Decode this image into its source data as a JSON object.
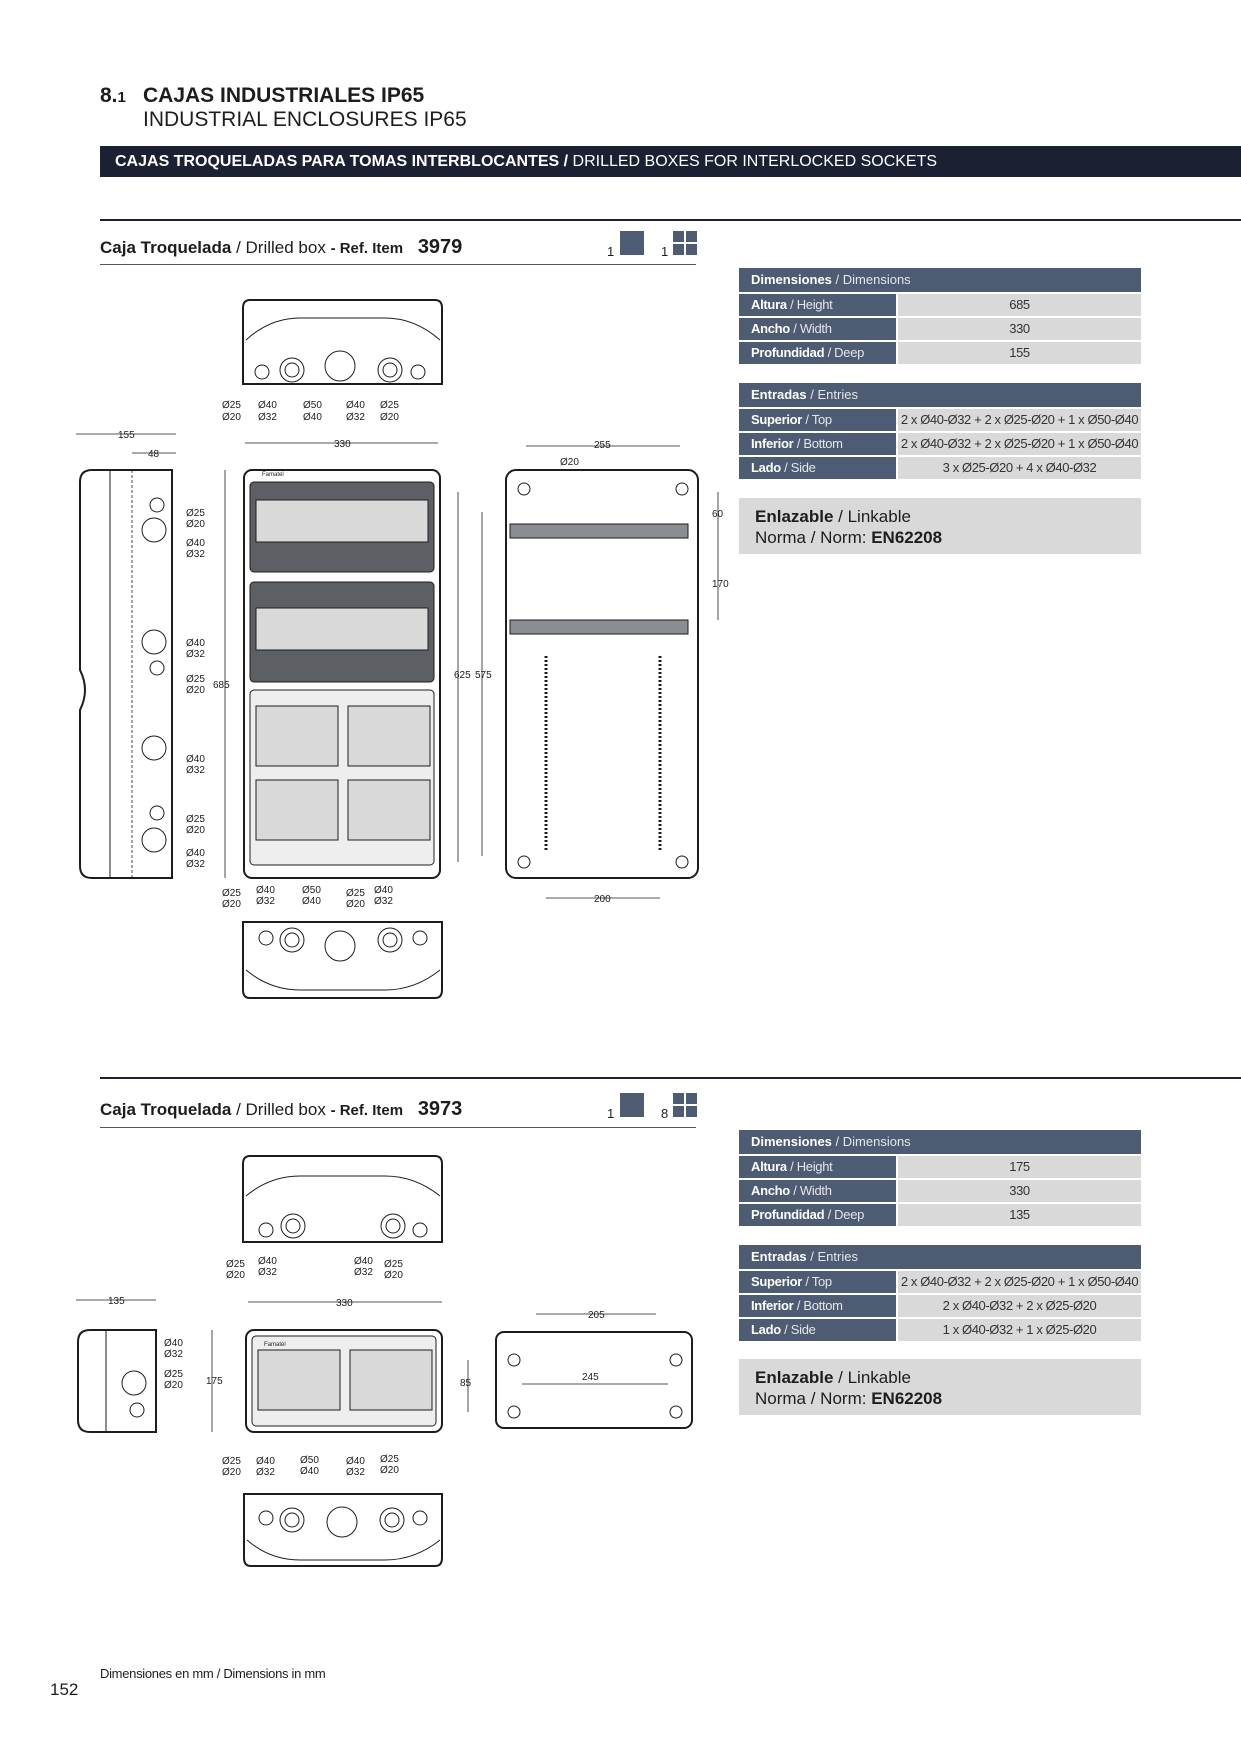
{
  "header": {
    "section_number": "8.",
    "section_sub": "1",
    "title_es": "CAJAS INDUSTRIALES IP65",
    "title_en": "INDUSTRIAL ENCLOSURES IP65",
    "banner_es": "CAJAS TROQUELADAS PARA TOMAS INTERBLOCANTES /",
    "banner_en": "DRILLED BOXES FOR INTERLOCKED SOCKETS"
  },
  "products": [
    {
      "title_es": "Caja Troquelada",
      "title_en": "/ Drilled box",
      "ref_label": "- Ref. Item",
      "ref_number": "3979",
      "pack_single": "1",
      "pack_multi": "1",
      "dimensions_header_es": "Dimensiones",
      "dimensions_header_en": "/ Dimensions",
      "dimensions": [
        {
          "label_es": "Altura",
          "label_en": "/ Height",
          "value": "685"
        },
        {
          "label_es": "Ancho",
          "label_en": "/ Width",
          "value": "330"
        },
        {
          "label_es": "Profundidad",
          "label_en": "/ Deep",
          "value": "155"
        }
      ],
      "entries_header_es": "Entradas",
      "entries_header_en": "/ Entries",
      "entries": [
        {
          "label_es": "Superior",
          "label_en": "/ Top",
          "value": "2 x Ø40-Ø32 + 2 x Ø25-Ø20 + 1 x Ø50-Ø40"
        },
        {
          "label_es": "Inferior",
          "label_en": "/ Bottom",
          "value": "2 x Ø40-Ø32 + 2 x Ø25-Ø20 + 1 x Ø50-Ø40"
        },
        {
          "label_es": "Lado",
          "label_en": "/ Side",
          "value": "3 x Ø25-Ø20 + 4 x Ø40-Ø32"
        }
      ],
      "linkable_es": "Enlazable",
      "linkable_en": "/ Linkable",
      "norm_label": "Norma / Norm:",
      "norm_value": "EN62208",
      "drawing": {
        "top_labels": [
          "Ø25",
          "Ø20",
          "Ø40",
          "Ø32",
          "Ø50",
          "Ø40",
          "Ø40",
          "Ø32",
          "Ø25",
          "Ø20"
        ],
        "dim_depth": "155",
        "dim_48": "48",
        "dim_width": "330",
        "dim_height": "685",
        "dim_back_width": "255",
        "dim_hole": "Ø20",
        "dim_60": "60",
        "dim_170": "170",
        "dim_625": "625",
        "dim_575": "575",
        "dim_200": "200",
        "side_labels": [
          "Ø25",
          "Ø20",
          "Ø40",
          "Ø32",
          "Ø40",
          "Ø32",
          "Ø25",
          "Ø20",
          "Ø40",
          "Ø32",
          "Ø25",
          "Ø20",
          "Ø40",
          "Ø32"
        ],
        "bottom_labels": [
          "Ø25",
          "Ø20",
          "Ø40",
          "Ø32",
          "Ø50",
          "Ø40",
          "Ø25",
          "Ø20",
          "Ø40",
          "Ø32"
        ],
        "brand": "Famatel"
      }
    },
    {
      "title_es": "Caja Troquelada",
      "title_en": "/ Drilled box",
      "ref_label": "- Ref. Item",
      "ref_number": "3973",
      "pack_single": "1",
      "pack_multi": "8",
      "dimensions_header_es": "Dimensiones",
      "dimensions_header_en": "/ Dimensions",
      "dimensions": [
        {
          "label_es": "Altura",
          "label_en": "/ Height",
          "value": "175"
        },
        {
          "label_es": "Ancho",
          "label_en": "/ Width",
          "value": "330"
        },
        {
          "label_es": "Profundidad",
          "label_en": "/ Deep",
          "value": "135"
        }
      ],
      "entries_header_es": "Entradas",
      "entries_header_en": "/ Entries",
      "entries": [
        {
          "label_es": "Superior",
          "label_en": "/ Top",
          "value": "2 x Ø40-Ø32 + 2 x Ø25-Ø20 + 1 x Ø50-Ø40"
        },
        {
          "label_es": "Inferior",
          "label_en": "/ Bottom",
          "value": "2 x Ø40-Ø32 + 2 x Ø25-Ø20"
        },
        {
          "label_es": "Lado",
          "label_en": "/ Side",
          "value": "1 x Ø40-Ø32 + 1 x Ø25-Ø20"
        }
      ],
      "linkable_es": "Enlazable",
      "linkable_en": "/ Linkable",
      "norm_label": "Norma / Norm:",
      "norm_value": "EN62208",
      "drawing": {
        "top_labels": [
          "Ø25",
          "Ø20",
          "Ø40",
          "Ø32",
          "Ø40",
          "Ø32",
          "Ø25",
          "Ø20"
        ],
        "dim_depth": "135",
        "dim_width": "330",
        "dim_height": "175",
        "dim_back_width": "205",
        "dim_inner": "245",
        "dim_85": "85",
        "side_labels": [
          "Ø40",
          "Ø32",
          "Ø25",
          "Ø20"
        ],
        "bottom_labels": [
          "Ø25",
          "Ø20",
          "Ø40",
          "Ø32",
          "Ø50",
          "Ø40",
          "Ø40",
          "Ø32",
          "Ø25",
          "Ø20"
        ],
        "brand": "Famatel"
      }
    }
  ],
  "footer": {
    "note_es": "Dimensiones en mm",
    "note_en": "/ Dimensions in mm",
    "page_number": "152"
  }
}
